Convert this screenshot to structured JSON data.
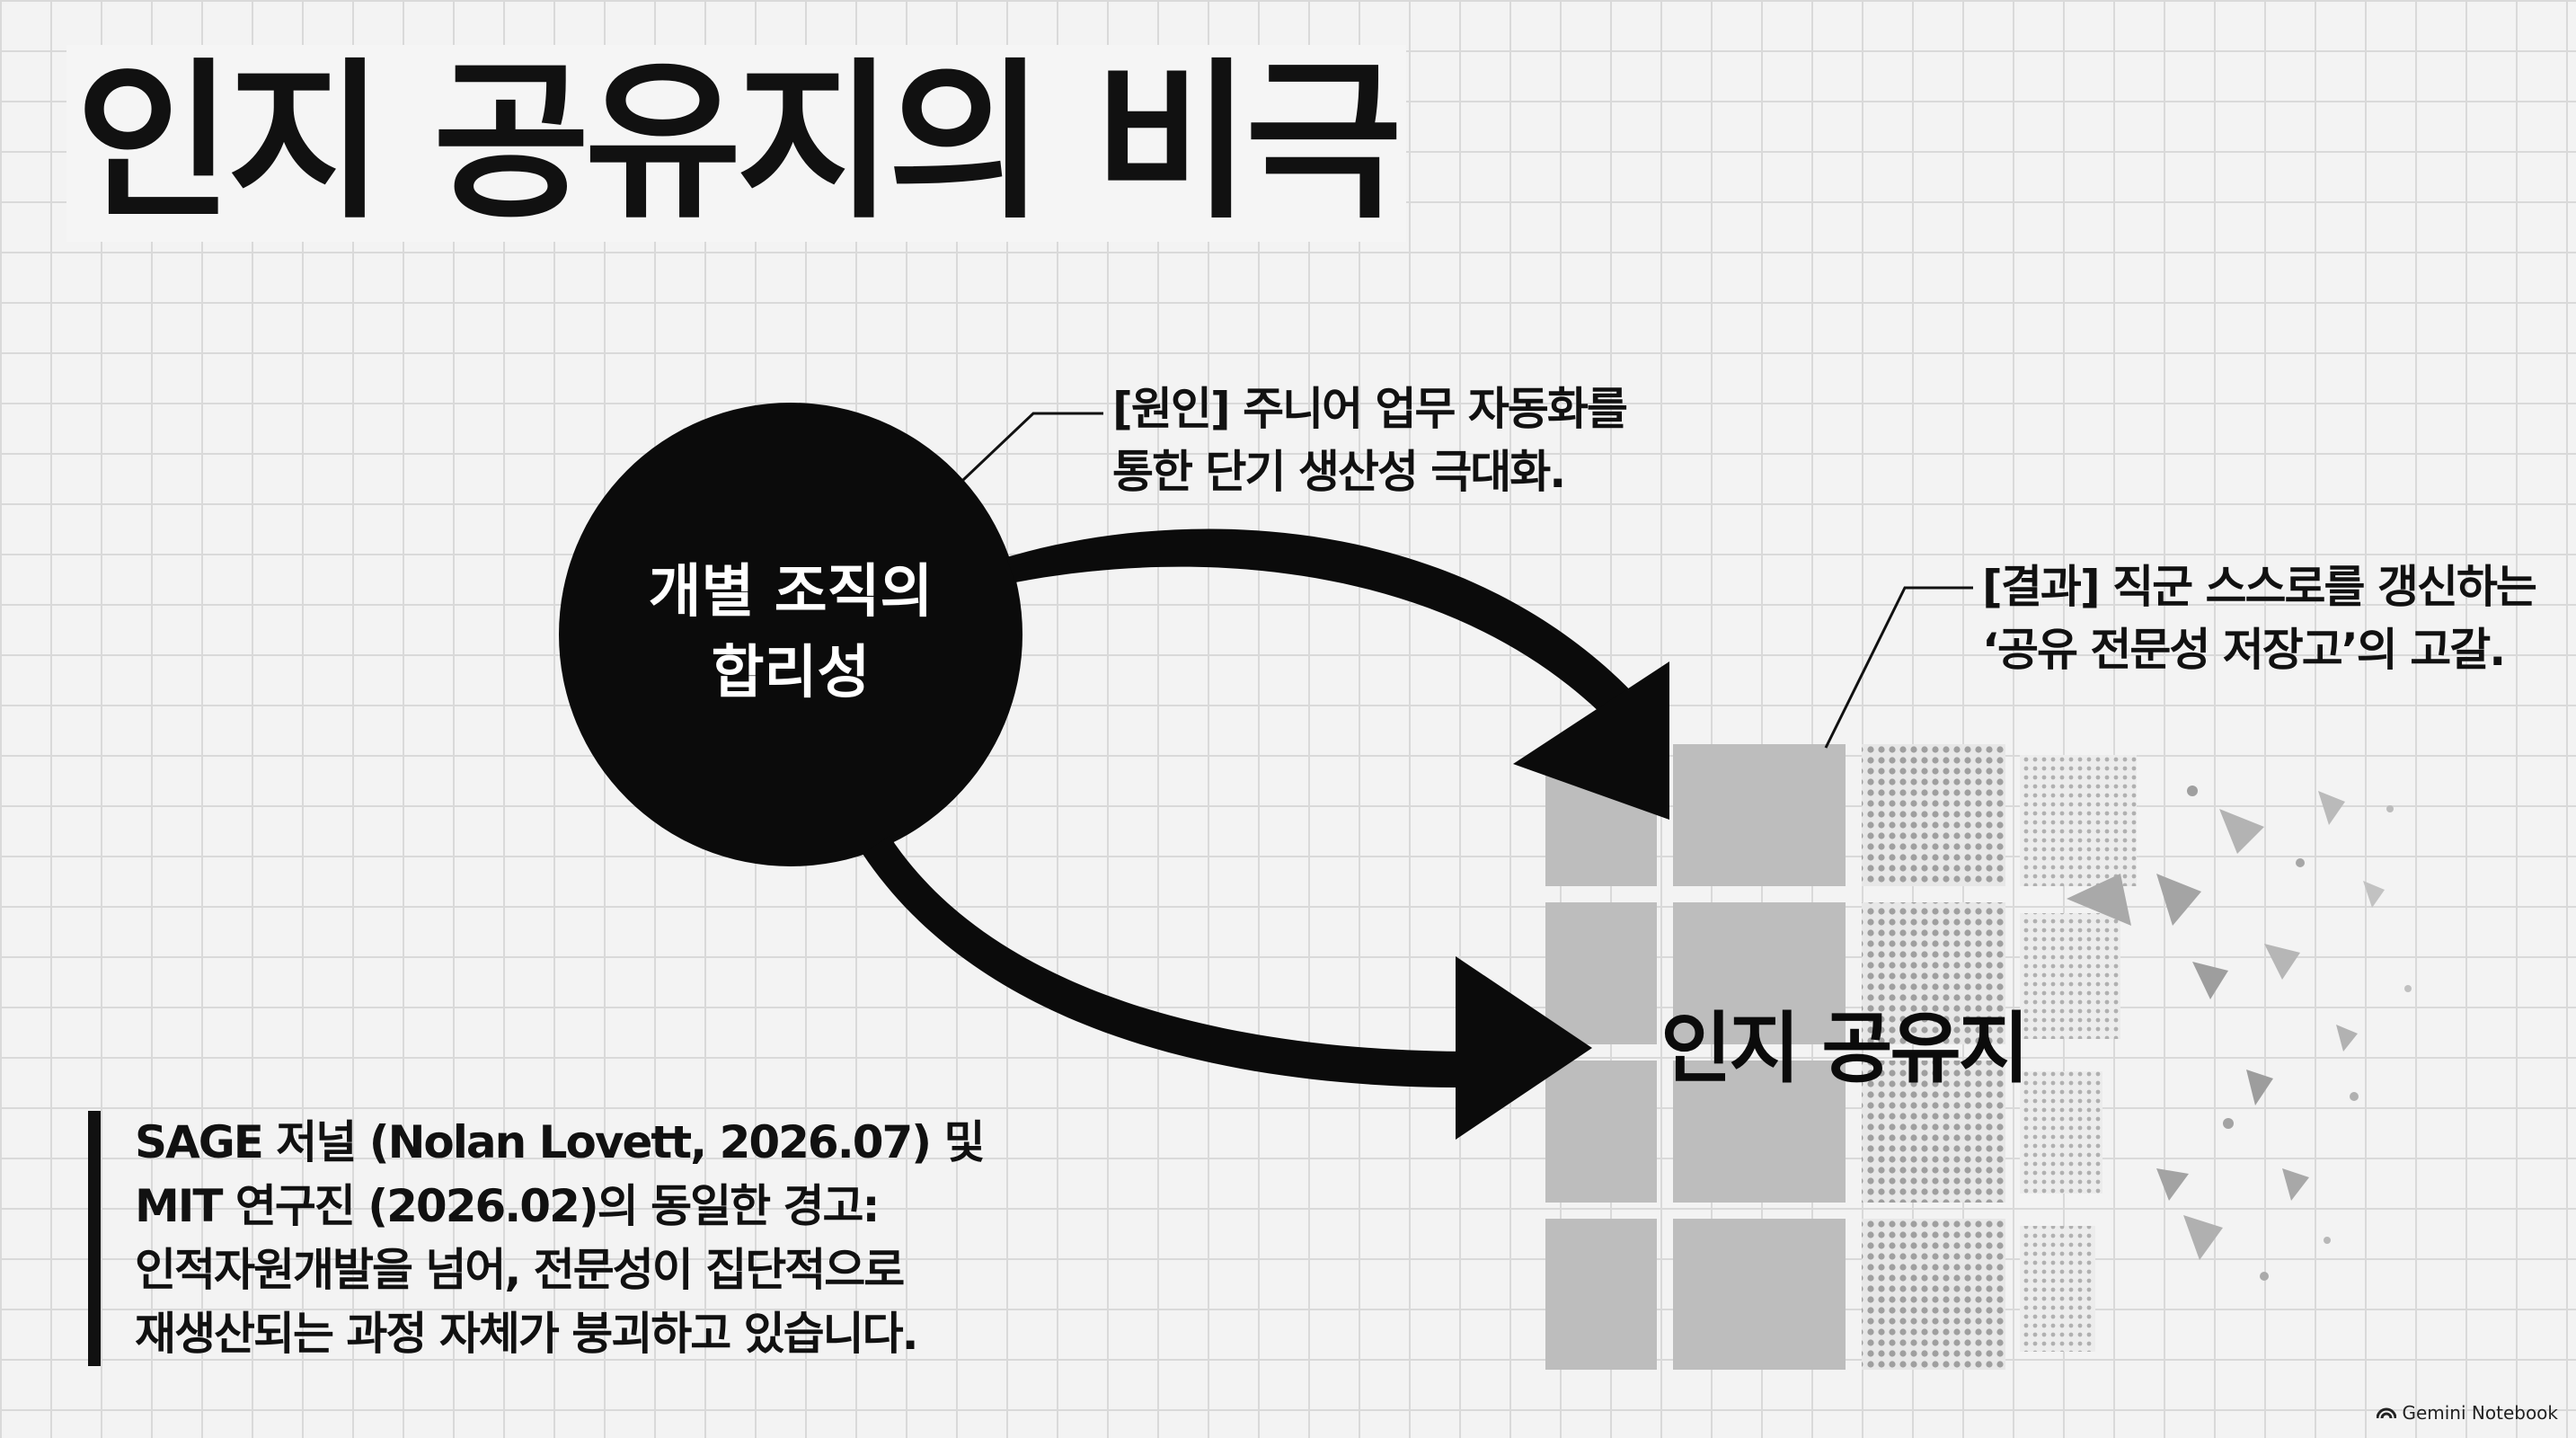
{
  "title": "인지 공유지의 비극",
  "circle_label": [
    "개별 조직의",
    "합리성"
  ],
  "cause_callout": [
    "[원인] 주니어 업무 자동화를",
    "통한 단기 생산성 극대화."
  ],
  "result_callout": [
    "[결과] 직군 스스로를 갱신하는",
    "‘공유 전문성 저장고’의 고갈."
  ],
  "grid_label": "인지 공유지",
  "note_lines": [
    "SAGE 저널 (Nolan Lovett, 2026.07) 및",
    "MIT 연구진 (2026.02)의 동일한 경고:",
    "인적자원개발을 넘어, 전문성이 집단적으로",
    "재생산되는 과정 자체가 붕괴하고 있습니다."
  ],
  "badge": {
    "text": "Gemini Notebook",
    "icon": "notebook-logo-icon"
  },
  "colors": {
    "ink": "#111111",
    "tile": "#bdbdbd",
    "background": "#f3f3f3",
    "grid_line": "#d9d9d9"
  }
}
